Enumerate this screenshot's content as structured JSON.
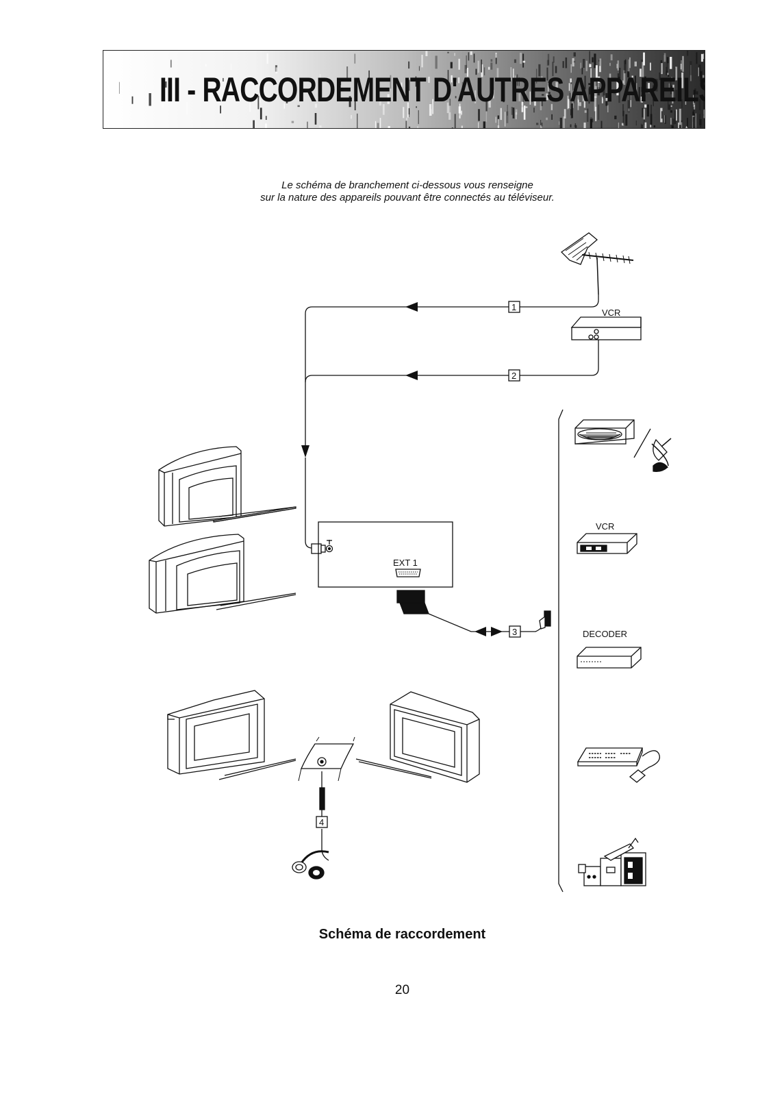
{
  "header": {
    "title": "III - RACCORDEMENT D'AUTRES APPAREILS"
  },
  "intro": {
    "line1": "Le schéma de branchement ci-dessous vous renseigne",
    "line2": "sur la nature des appareils pouvant être connectés au téléviseur."
  },
  "diagram": {
    "connectors": [
      "1",
      "2",
      "3",
      "4"
    ],
    "labels": {
      "vcr_top": "VCR",
      "ext": "EXT 1",
      "vcr_right": "VCR",
      "decoder": "DECODER"
    }
  },
  "caption": "Schéma de raccordement",
  "page_number": "20"
}
